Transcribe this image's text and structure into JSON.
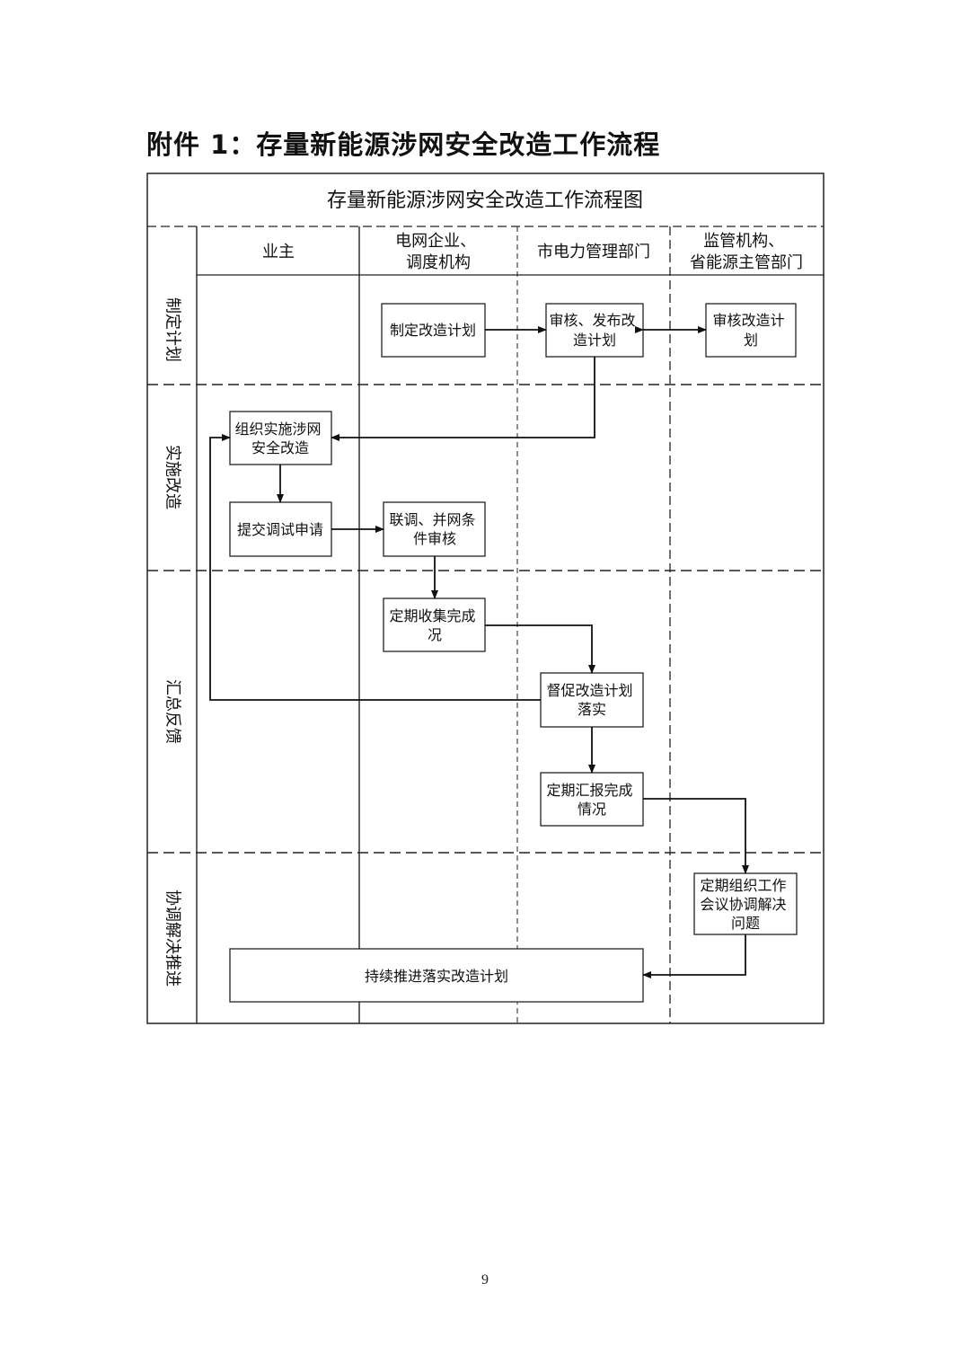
{
  "page": {
    "heading": "附件 1：存量新能源涉网安全改造工作流程",
    "page_number": "9"
  },
  "chart": {
    "title": "存量新能源涉网安全改造工作流程图",
    "columns": {
      "owner": [
        "业主"
      ],
      "grid": [
        "电网企业、",
        "调度机构"
      ],
      "city": [
        "市电力管理部门"
      ],
      "supervise": [
        "监管机构、",
        "省能源主管部门"
      ]
    },
    "phases": {
      "plan": "制定计划",
      "implement": "实施改造",
      "feedback": "汇总反馈",
      "coordinate": "协调解决推进"
    },
    "boxes": {
      "b1": [
        "制定改造计划"
      ],
      "b2": [
        "审核、发布改",
        "造计划"
      ],
      "b3": [
        "审核改造计",
        "划"
      ],
      "b4": [
        "组织实施涉网",
        "安全改造"
      ],
      "b5": [
        "提交调试申请"
      ],
      "b6": [
        "联调、并网条",
        "件审核"
      ],
      "b7": [
        "定期收集完成",
        "况"
      ],
      "b8": [
        "督促改造计划",
        "落实"
      ],
      "b9": [
        "定期汇报完成",
        "情况"
      ],
      "b10": [
        "定期组织工作",
        "会议协调解决",
        "问题"
      ],
      "b11": [
        "持续推进落实改造计划"
      ]
    }
  }
}
